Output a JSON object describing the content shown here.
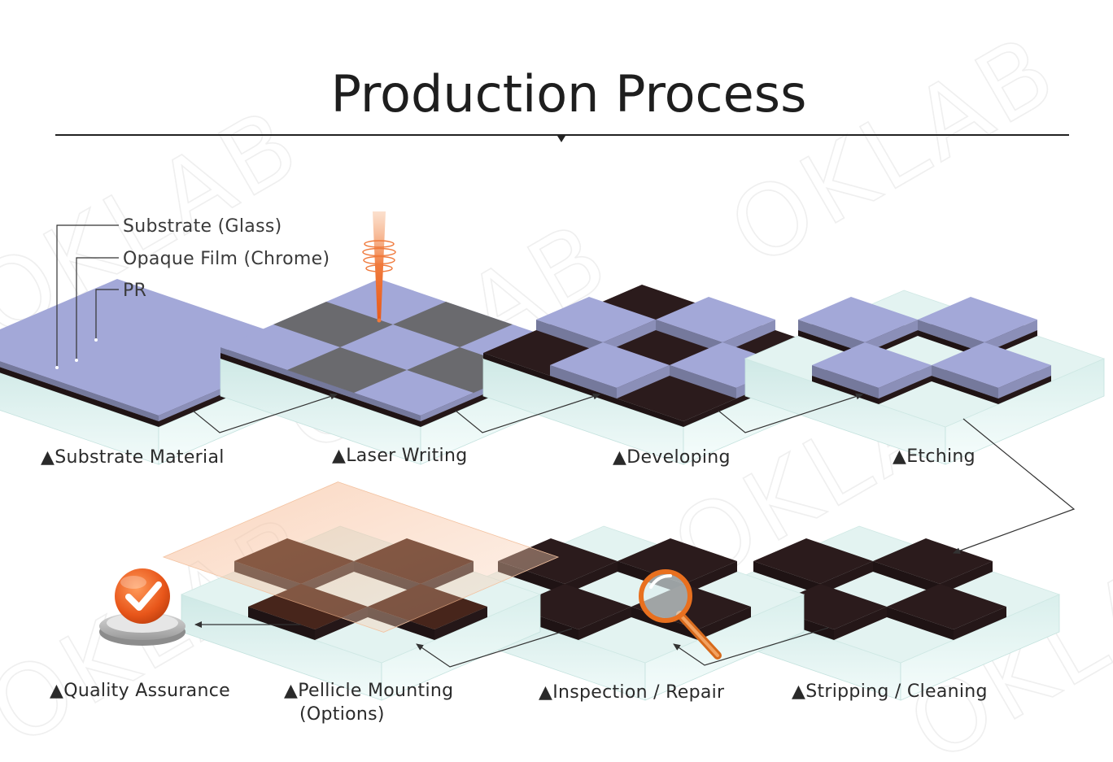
{
  "title": "Production Process",
  "watermark": "OKLAB",
  "legend": {
    "substrate": "Substrate (Glass)",
    "film": "Opaque Film (Chrome)",
    "pr": "PR"
  },
  "steps": {
    "substrate_material": "▲Substrate Material",
    "laser_writing": "▲Laser Writing",
    "developing": "▲Developing",
    "etching": "▲Etching",
    "stripping": "▲Stripping / Cleaning",
    "inspection": "▲Inspection / Repair",
    "pellicle_line1": "▲Pellicle Mounting",
    "pellicle_line2": "(Options)",
    "quality": "▲Quality Assurance"
  },
  "colors": {
    "pr_layer": "#a3a8d8",
    "chrome": "#2b1b1c",
    "glass": "#e3f3f1",
    "laser": "#f07a3c",
    "check": "#e85f1d"
  }
}
